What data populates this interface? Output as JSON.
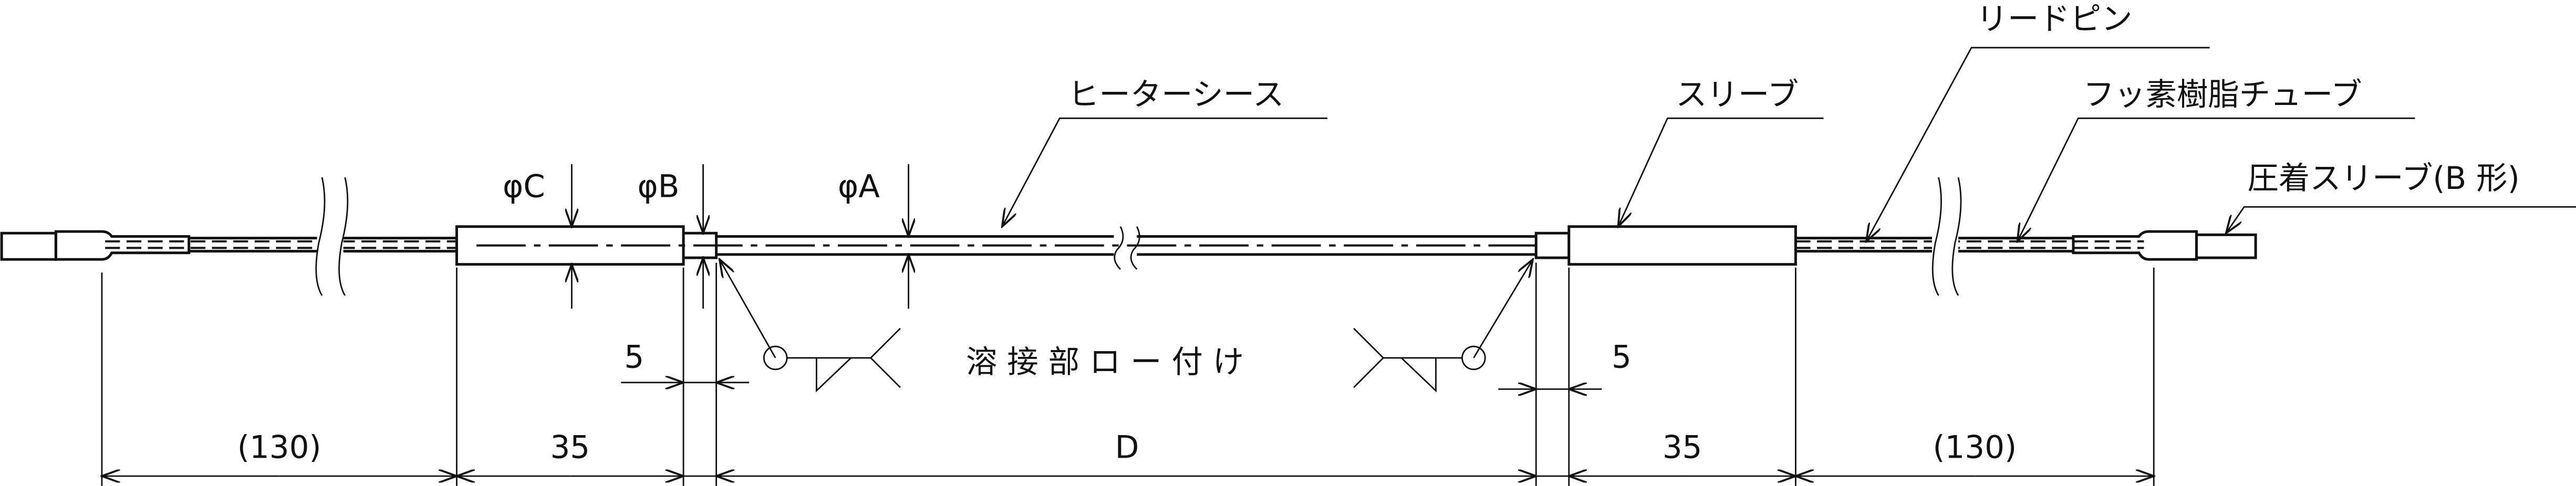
{
  "labels": {
    "sheath": "ヒーターシース",
    "sleeve": "スリーブ",
    "lead_pin": "リードピン",
    "fluoro_tube": "フッ素樹脂チューブ",
    "crimp_sleeve": "圧着スリーブ(B 形)",
    "phi_a": "φA",
    "phi_b": "φB",
    "phi_c": "φC",
    "weld_note": "溶 接 部 ロ ー 付 け"
  },
  "dimensions": {
    "left_lead": "(130)",
    "left_sleeve": "35",
    "left_gap": "5",
    "heater_length": "D",
    "right_gap": "5",
    "right_sleeve": "35",
    "right_lead": "(130)"
  }
}
